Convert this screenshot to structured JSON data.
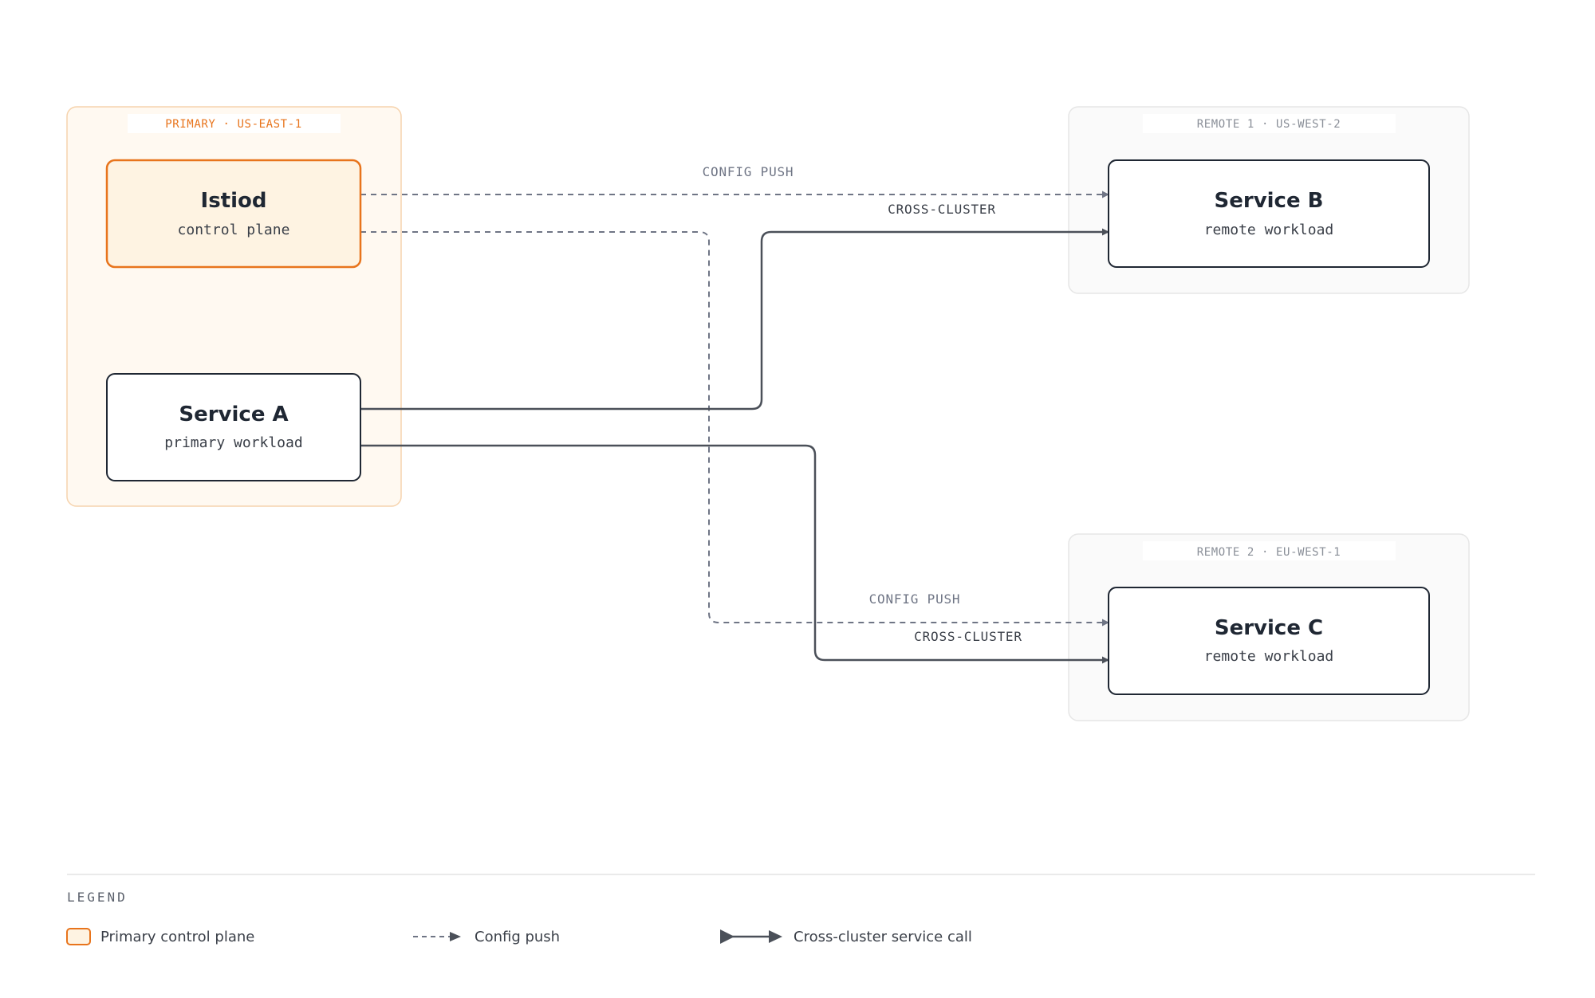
{
  "colors": {
    "accent": "#e8741c",
    "accent_fill": "#fef3e2",
    "primary_region_fill": "#fff9f1",
    "primary_region_stroke": "#f6d3ad",
    "remote_region_fill": "#fafafa",
    "remote_region_stroke": "#e6e6e6",
    "node_stroke": "#1f2733",
    "edge_solid": "#4b5059",
    "edge_dashed": "#6f7585",
    "muted_text": "#8a8f98"
  },
  "regions": {
    "primary": {
      "label": "PRIMARY · US-EAST-1"
    },
    "remote1": {
      "label": "REMOTE 1 · US-WEST-2"
    },
    "remote2": {
      "label": "REMOTE 2 · EU-WEST-1"
    }
  },
  "nodes": {
    "istiod": {
      "title": "Istiod",
      "subtitle": "control plane"
    },
    "service_a": {
      "title": "Service A",
      "subtitle": "primary workload"
    },
    "service_b": {
      "title": "Service B",
      "subtitle": "remote workload"
    },
    "service_c": {
      "title": "Service C",
      "subtitle": "remote workload"
    }
  },
  "edges": {
    "config_push_b": {
      "label": "CONFIG PUSH",
      "style": "dashed",
      "from": "Istiod",
      "to": "Service B"
    },
    "cross_cluster_b": {
      "label": "CROSS-CLUSTER",
      "style": "solid",
      "from": "Service A",
      "to": "Service B"
    },
    "config_push_c": {
      "label": "CONFIG PUSH",
      "style": "dashed",
      "from": "Istiod",
      "to": "Service C"
    },
    "cross_cluster_c": {
      "label": "CROSS-CLUSTER",
      "style": "solid",
      "from": "Service A",
      "to": "Service C"
    }
  },
  "legend": {
    "title": "LEGEND",
    "items": [
      {
        "label": "Primary control plane",
        "icon": "swatch-icon"
      },
      {
        "label": "Config push",
        "icon": "dashed-arrow-icon"
      },
      {
        "label": "Cross-cluster service call",
        "icon": "solid-arrow-icon"
      }
    ]
  }
}
